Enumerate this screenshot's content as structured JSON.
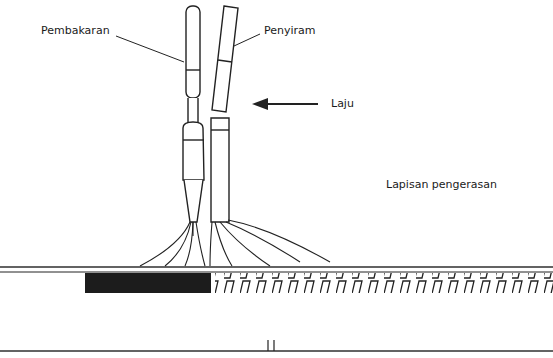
{
  "diagram": {
    "labels": [
      "Pembakaran",
      "Penyiram",
      "Laju",
      "Lapisan pengerasan"
    ]
  }
}
